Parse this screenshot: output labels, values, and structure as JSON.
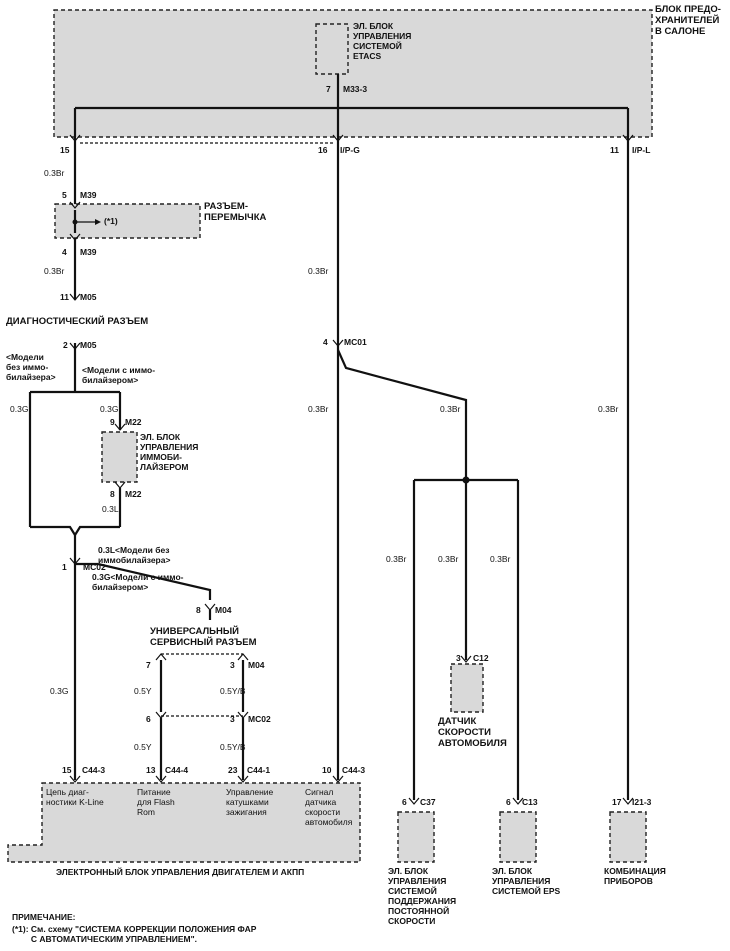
{
  "fuse_box": {
    "title": "БЛОК ПРЕДО-\nХРАНИТЕЛЕЙ\nВ САЛОНЕ"
  },
  "etacs": {
    "title": "ЭЛ. БЛОК\nУПРАВЛЕНИЯ\nСИСТЕМОЙ\nETACS",
    "pin": "7",
    "connector": "M33-3"
  },
  "fuse_pins": [
    {
      "pin": "15",
      "code": ""
    },
    {
      "pin": "16",
      "code": "I/P-G"
    },
    {
      "pin": "11",
      "code": "I/P-L"
    }
  ],
  "jumper": {
    "title": "РАЗЪЕМ-\nПЕРЕМЫЧКА",
    "note_ref": "(*1)",
    "pin_top": "5",
    "conn_top": "M39",
    "pin_bot": "4",
    "conn_bot": "M39"
  },
  "wires": {
    "w1": "0.3Br",
    "w2": "0.3Br",
    "w3": "0.3Br",
    "w4": "0.3Br",
    "w5": "0.3Br",
    "w6": "0.3Br",
    "w7": "0.3Br",
    "w8": "0.3Br",
    "w9": "0.3Br",
    "w10": "0.3G",
    "w11": "0.3G",
    "w12": "0.3L",
    "w13": "0.3G",
    "w14": "0.5Y",
    "w15": "0.5Y/B",
    "w16": "0.5Y",
    "w17": "0.5Y/B"
  },
  "diag": {
    "title": "ДИАГНОСТИЧЕСКИЙ РАЗЪЕМ",
    "pin_a": "11",
    "conn_a": "M05",
    "pin_b": "2",
    "conn_b": "M05"
  },
  "models": {
    "without": "<Модели\nбез иммо-\nбилайзера>",
    "with": "<Модели с иммо-\nбилайзером>",
    "without_2": "0.3L<Модели без\nиммобилайзера>",
    "with_2": "0.3G<Модели с иммо-\nбилайзером>"
  },
  "immo": {
    "title": "ЭЛ. БЛОК\nУПРАВЛЕНИЯ\nИММОБИ-\nЛАЙЗЕРОМ",
    "pin_top": "9",
    "conn_top": "M22",
    "pin_bot": "8",
    "conn_bot": "M22"
  },
  "mc01": {
    "pin": "4",
    "conn": "MC01"
  },
  "mc02": {
    "pin": "1",
    "conn": "MC02"
  },
  "m04": {
    "pin": "8",
    "conn": "M04"
  },
  "uni": {
    "title": "УНИВЕРСАЛЬНЫЙ\nСЕРВИСНЫЙ РАЗЪЕМ",
    "p1": "7",
    "p2": "3",
    "c2": "M04",
    "p3": "6",
    "p4": "3",
    "c4": "MC02"
  },
  "ecu": {
    "title": "ЭЛЕКТРОННЫЙ БЛОК УПРАВЛЕНИЯ ДВИГАТЕЛЕМ И АКПП",
    "pins": [
      {
        "pin": "15",
        "conn": "C44-3",
        "desc": "Цепь диаг-\nностики K-Line"
      },
      {
        "pin": "13",
        "conn": "C44-4",
        "desc": "Питание\nдля Flash\nRom"
      },
      {
        "pin": "23",
        "conn": "C44-1",
        "desc": "Управление\nкатушками\nзажигания"
      },
      {
        "pin": "10",
        "conn": "C44-3",
        "desc": "Сигнал\nдатчика\nскорости\nавтомобиля"
      }
    ]
  },
  "speed_sensor": {
    "title": "ДАТЧИК\nСКОРОСТИ\nАВТОМОБИЛЯ",
    "pin": "3",
    "conn": "C12"
  },
  "cruise": {
    "title": "ЭЛ. БЛОК\nУПРАВЛЕНИЯ\nСИСТЕМОЙ\nПОДДЕРЖАНИЯ\nПОСТОЯННОЙ\nСКОРОСТИ",
    "pin": "6",
    "conn": "C37"
  },
  "eps": {
    "title": "ЭЛ. БЛОК\nУПРАВЛЕНИЯ\nСИСТЕМОЙ EPS",
    "pin": "6",
    "conn": "C13"
  },
  "cluster": {
    "title": "КОМБИНАЦИЯ\nПРИБОРОВ",
    "pin": "17",
    "conn": "I21-3"
  },
  "note": {
    "title": "ПРИМЕЧАНИЕ:",
    "text": "(*1): См. схему \"СИСТЕМА КОРРЕКЦИИ ПОЛОЖЕНИЯ ФАР\n        С АВТОМАТИЧЕСКИМ УПРАВЛЕНИЕМ\"."
  }
}
